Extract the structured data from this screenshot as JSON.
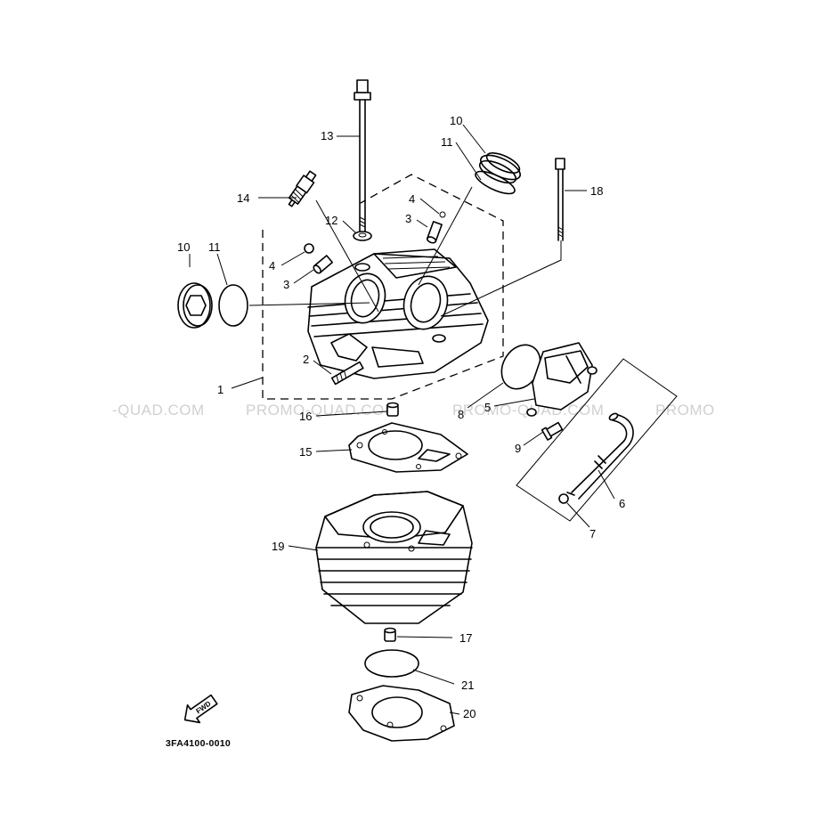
{
  "diagram": {
    "code": "3FA4100-0010",
    "fwd_label": "FWD",
    "watermark": [
      "-QUAD.COM",
      "PROMO-QUAD.COM",
      "PROMO-QUAD.COM",
      "PROMO"
    ]
  },
  "callouts": [
    {
      "id": "p1",
      "label": "1"
    },
    {
      "id": "p2",
      "label": "2"
    },
    {
      "id": "p3a",
      "label": "3"
    },
    {
      "id": "p3b",
      "label": "3"
    },
    {
      "id": "p4a",
      "label": "4"
    },
    {
      "id": "p4b",
      "label": "4"
    },
    {
      "id": "p5",
      "label": "5"
    },
    {
      "id": "p6",
      "label": "6"
    },
    {
      "id": "p7",
      "label": "7"
    },
    {
      "id": "p8",
      "label": "8"
    },
    {
      "id": "p9",
      "label": "9"
    },
    {
      "id": "p10a",
      "label": "10"
    },
    {
      "id": "p10b",
      "label": "10"
    },
    {
      "id": "p11a",
      "label": "11"
    },
    {
      "id": "p11b",
      "label": "11"
    },
    {
      "id": "p12",
      "label": "12"
    },
    {
      "id": "p13",
      "label": "13"
    },
    {
      "id": "p14",
      "label": "14"
    },
    {
      "id": "p15",
      "label": "15"
    },
    {
      "id": "p16",
      "label": "16"
    },
    {
      "id": "p17",
      "label": "17"
    },
    {
      "id": "p18",
      "label": "18"
    },
    {
      "id": "p19",
      "label": "19"
    },
    {
      "id": "p20",
      "label": "20"
    },
    {
      "id": "p21",
      "label": "21"
    }
  ]
}
